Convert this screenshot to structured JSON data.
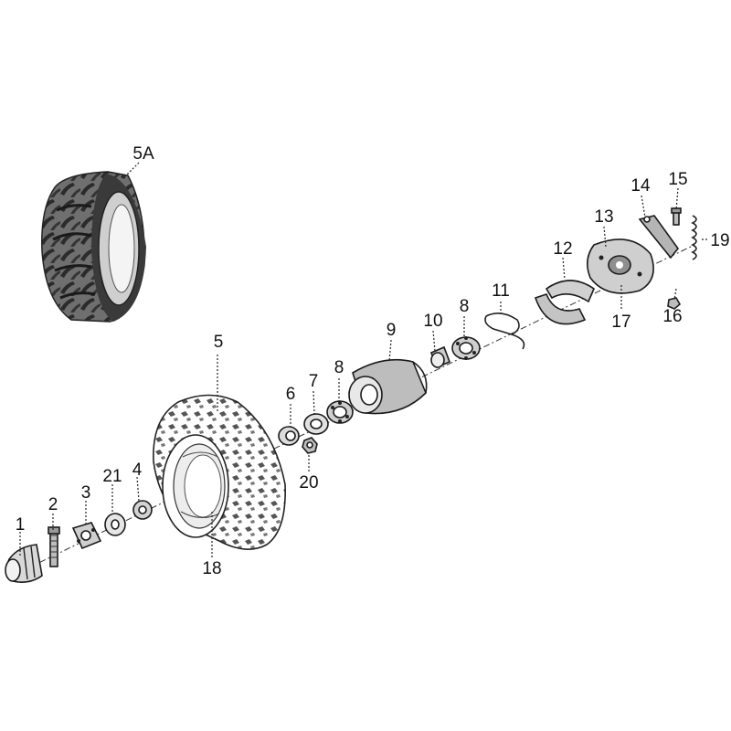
{
  "diagram": {
    "labels": {
      "p1": "1",
      "p2": "2",
      "p3": "3",
      "p4": "4",
      "p5": "5",
      "p5a": "5A",
      "p6": "6",
      "p7": "7",
      "p8a": "8",
      "p8b": "8",
      "p9": "9",
      "p10": "10",
      "p11": "11",
      "p12": "12",
      "p13": "13",
      "p14": "14",
      "p15": "15",
      "p16": "16",
      "p17": "17",
      "p18": "18",
      "p19": "19",
      "p20": "20",
      "p21": "21"
    }
  }
}
